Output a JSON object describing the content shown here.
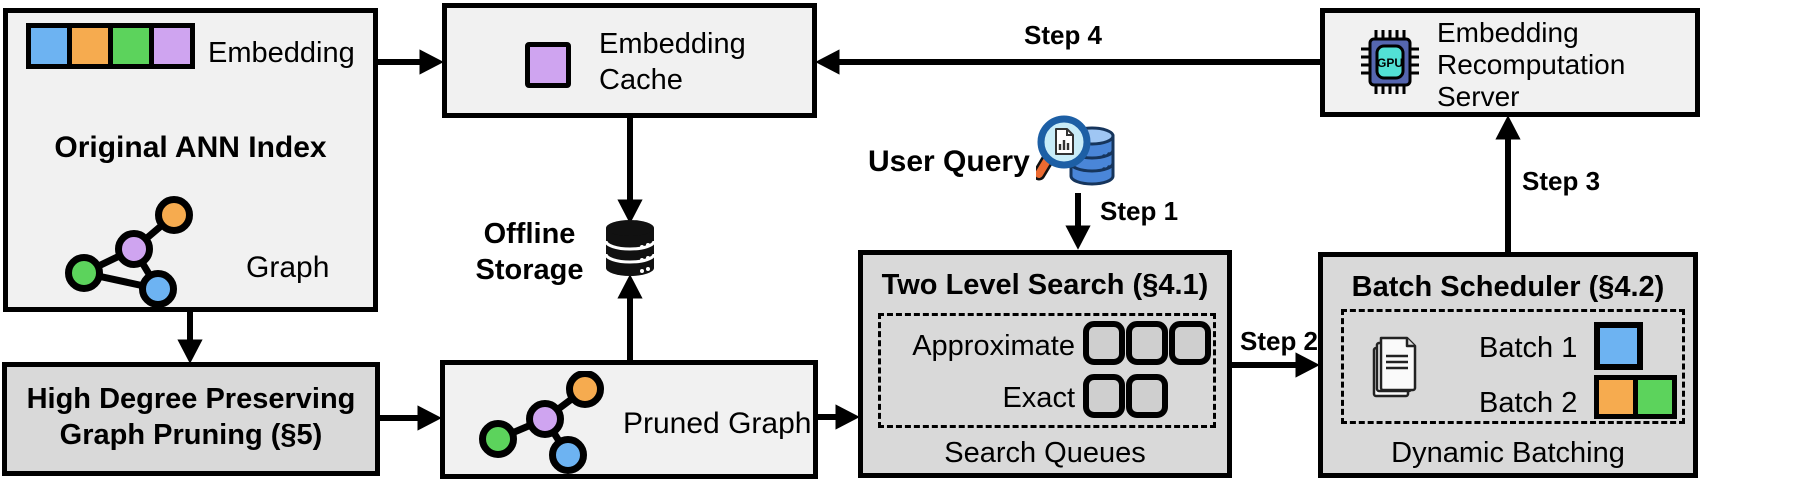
{
  "ann": {
    "embedding_label": "Embedding",
    "title": "Original ANN Index",
    "graph_label": "Graph"
  },
  "pruning": {
    "title": "High Degree Preserving\nGraph Pruning (§5)"
  },
  "cache": {
    "title": "Embedding\nCache"
  },
  "storage": {
    "label": "Offline\nStorage"
  },
  "pruned": {
    "label": "Pruned Graph"
  },
  "query": {
    "label": "User Query"
  },
  "search": {
    "title": "Two Level Search (§4.1)",
    "approximate_label": "Approximate",
    "exact_label": "Exact",
    "footer": "Search Queues"
  },
  "batcher": {
    "title": "Batch Scheduler (§4.2)",
    "batch1_label": "Batch 1",
    "batch2_label": "Batch 2",
    "footer": "Dynamic Batching"
  },
  "server": {
    "title": "Embedding\nRecomputation\nServer",
    "chip_label": "GPU"
  },
  "steps": {
    "s1": "Step 1",
    "s2": "Step 2",
    "s3": "Step 3",
    "s4": "Step 4"
  },
  "palette": {
    "node_blue": "#6db3f2",
    "node_orange": "#f6ab4f",
    "node_green": "#5cd35c",
    "node_purple": "#cfa4f0",
    "box_light": "#f1f1f1",
    "box_dark": "#d9d9d9",
    "queue_slot": "#cfcfcf",
    "gpu_chip_body": "#5566b0",
    "gpu_chip_core": "#52e0d5",
    "magnifier_handle": "#ec6a30",
    "query_db_blue": "#4a86d8",
    "arrow_black": "#000000"
  }
}
